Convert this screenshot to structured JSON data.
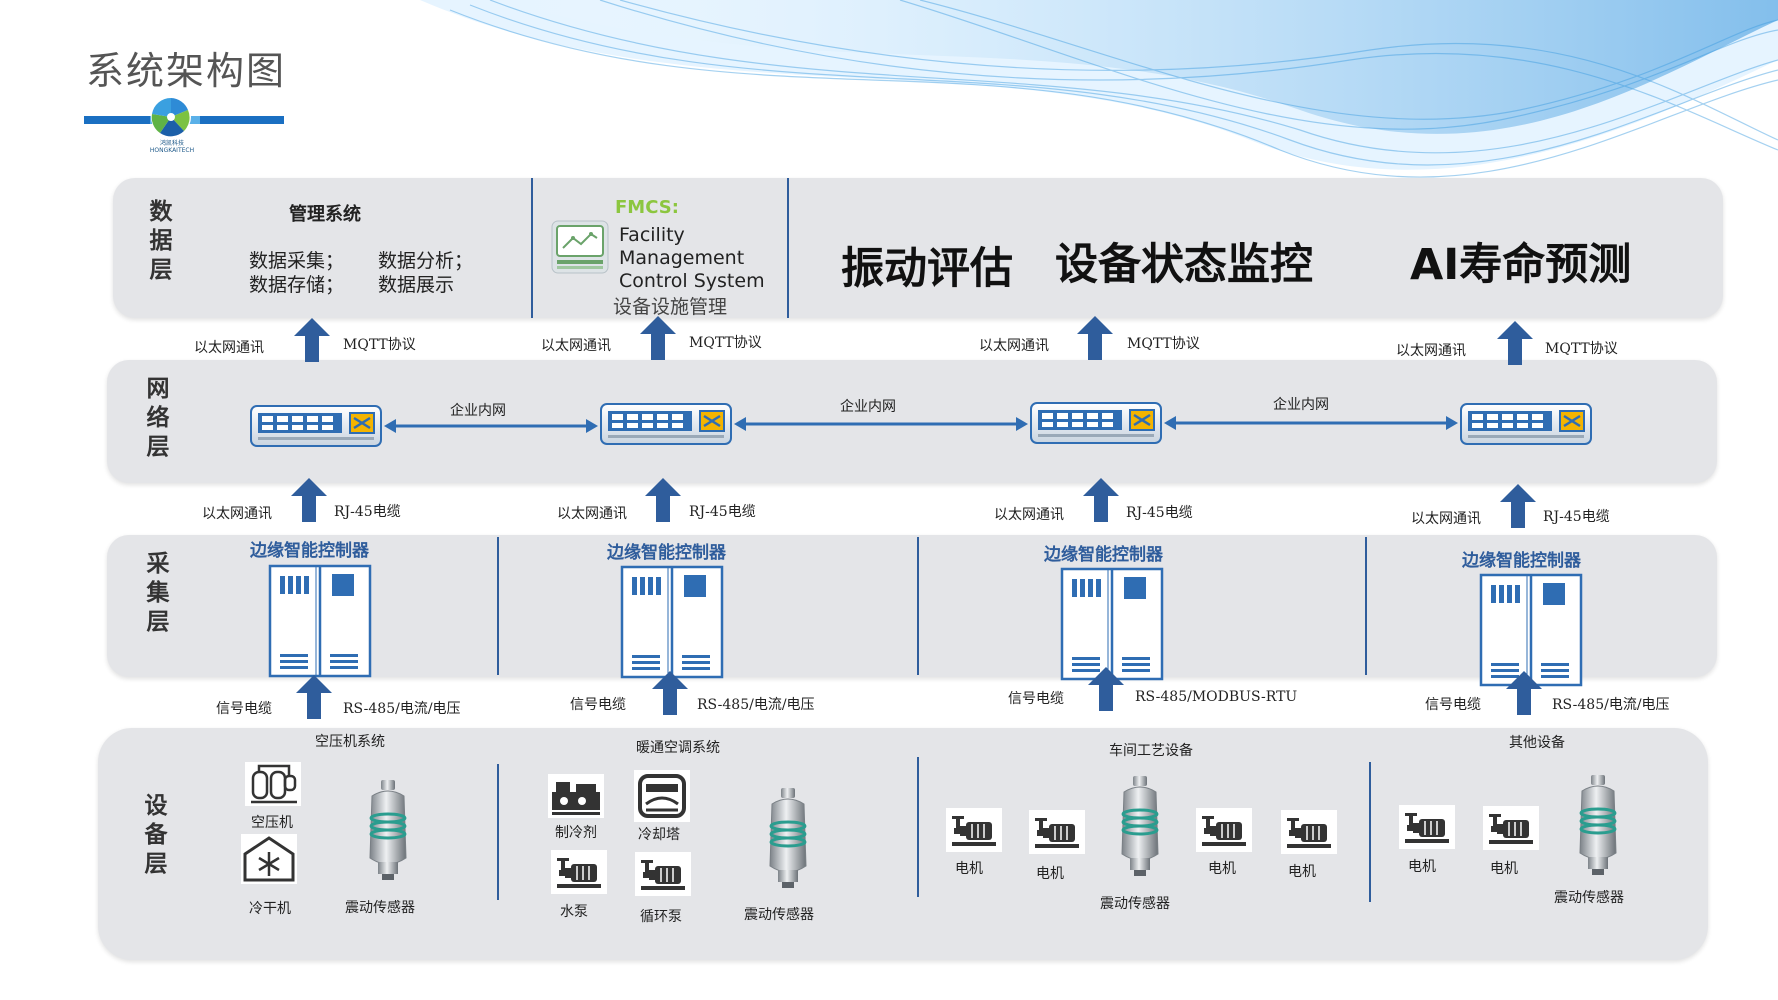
{
  "title": "系统架构图",
  "logo": {
    "text_cn": "鸿凯科技",
    "text_en": "HONGKAITECH"
  },
  "layers": {
    "data": "数据层",
    "network": "网络层",
    "collect": "采集层",
    "device": "设备层"
  },
  "data_layer": {
    "mgmt_title": "管理系统",
    "mgmt_items": [
      "数据采集；",
      "数据分析；",
      "数据存储；",
      "数据展示"
    ],
    "fmcs_label": "FMCS:",
    "fmcs_lines": [
      "Facility",
      "Management",
      "Control System"
    ],
    "fmcs_cn": "设备设施管理",
    "big_labels": [
      "振动评估",
      "设备状态监控",
      "AI寿命预测"
    ]
  },
  "up_links_top": [
    {
      "left": "以太网通讯",
      "right": "MQTT协议"
    },
    {
      "left": "以太网通讯",
      "right": "MQTT协议"
    },
    {
      "left": "以太网通讯",
      "right": "MQTT协议"
    },
    {
      "left": "以太网通讯",
      "right": "MQTT协议"
    }
  ],
  "intranet_labels": [
    "企业内网",
    "企业内网",
    "企业内网"
  ],
  "up_links_mid": [
    {
      "left": "以太网通讯",
      "right": "RJ-45电缆"
    },
    {
      "left": "以太网通讯",
      "right": "RJ-45电缆"
    },
    {
      "left": "以太网通讯",
      "right": "RJ-45电缆"
    },
    {
      "left": "以太网通讯",
      "right": "RJ-45电缆"
    }
  ],
  "controller_label": "边缘智能控制器",
  "up_links_bottom": [
    {
      "left": "信号电缆",
      "right": "RS-485/电流/电压"
    },
    {
      "left": "信号电缆",
      "right": "RS-485/电流/电压"
    },
    {
      "left": "信号电缆",
      "right": "RS-485/MODBUS-RTU"
    },
    {
      "left": "信号电缆",
      "right": "RS-485/电流/电压"
    }
  ],
  "device_groups": [
    {
      "title": "空压机系统",
      "items": [
        "空压机",
        "冷干机"
      ],
      "sensor": "震动传感器"
    },
    {
      "title": "暖通空调系统",
      "items": [
        "制冷剂",
        "冷却塔",
        "水泵",
        "循环泵"
      ],
      "sensor": "震动传感器"
    },
    {
      "title": "车间工艺设备",
      "items": [
        "电机",
        "电机",
        "电机",
        "电机"
      ],
      "sensor": "震动传感器"
    },
    {
      "title": "其他设备",
      "items": [
        "电机",
        "电机"
      ],
      "sensor": "震动传感器"
    }
  ],
  "colors": {
    "accent_blue": "#2f5d9c",
    "fmcs_green": "#8cc63f",
    "layer_bg": "#e4e5e8",
    "switch_blue": "#2f6db3",
    "switch_orange": "#f4b400"
  }
}
